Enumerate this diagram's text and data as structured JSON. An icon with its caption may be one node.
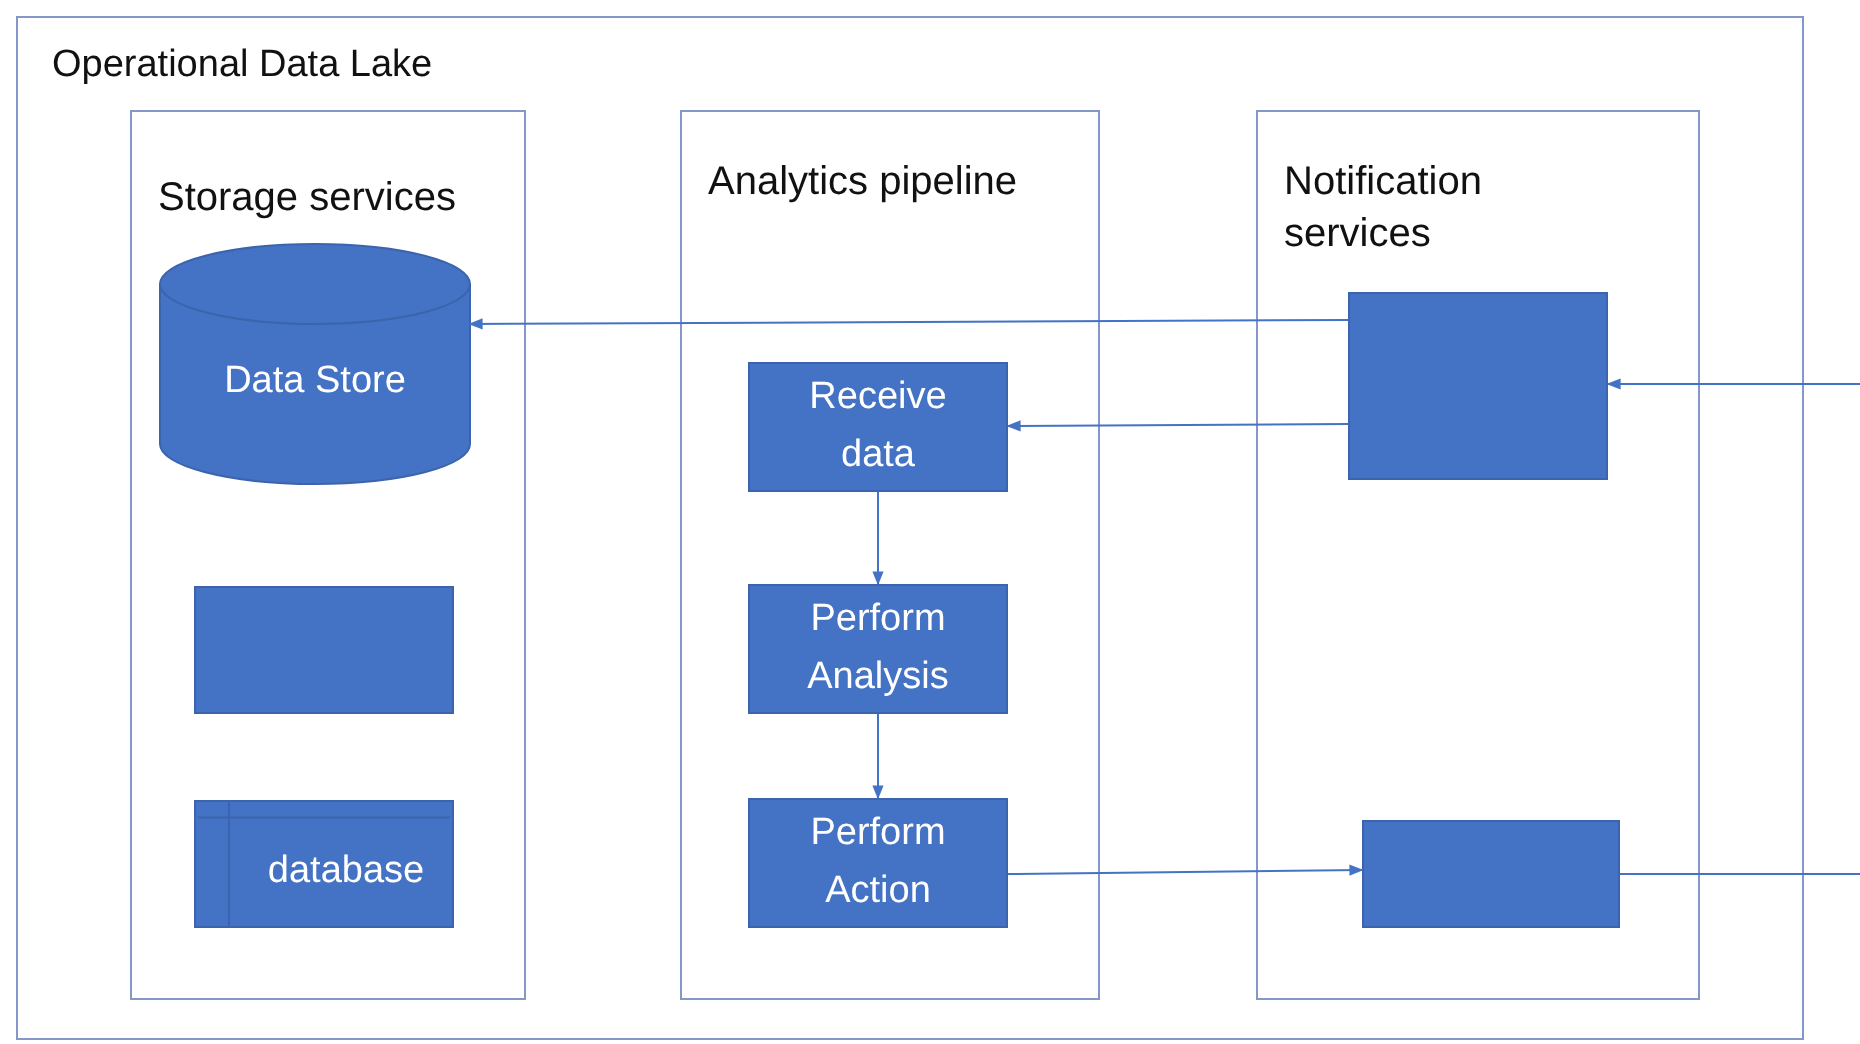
{
  "diagram": {
    "nodes": [
      {
        "text": [
          "Operational Data Lake"
        ]
      },
      {
        "text": [
          "Storage services"
        ],
        "in": 0
      },
      {
        "text": [
          "Data Store"
        ],
        "in": 1
      },
      {
        "text": [],
        "shape": "box",
        "in": 1
      },
      {
        "text": [
          "database"
        ],
        "in": 1
      },
      {
        "text": [
          "Analytics pipeline"
        ],
        "in": 0
      },
      {
        "text": [
          "Receive data"
        ],
        "in": 5
      },
      {
        "text": [
          "Perform Analysis"
        ],
        "in": 5
      },
      {
        "text": [
          "Perform Action"
        ],
        "in": 5
      },
      {
        "text": [
          "Notification services"
        ],
        "in": 0
      },
      {
        "text": [],
        "shape": "box",
        "in": 9
      },
      {
        "text": [],
        "shape": "box",
        "in": 9
      }
    ],
    "edges": [
      {
        "from": 10,
        "to": 2,
        "arrow": "to"
      },
      {
        "from": 10,
        "to": 6,
        "arrow": "to"
      },
      {
        "from": null,
        "to": 10,
        "arrow": "to"
      },
      {
        "from": 6,
        "to": 7,
        "arrow": "to"
      },
      {
        "from": 7,
        "to": 8,
        "arrow": "to"
      },
      {
        "from": 8,
        "to": 11,
        "arrow": "to"
      },
      {
        "from": 11,
        "to": null,
        "arrow": "none"
      }
    ]
  }
}
